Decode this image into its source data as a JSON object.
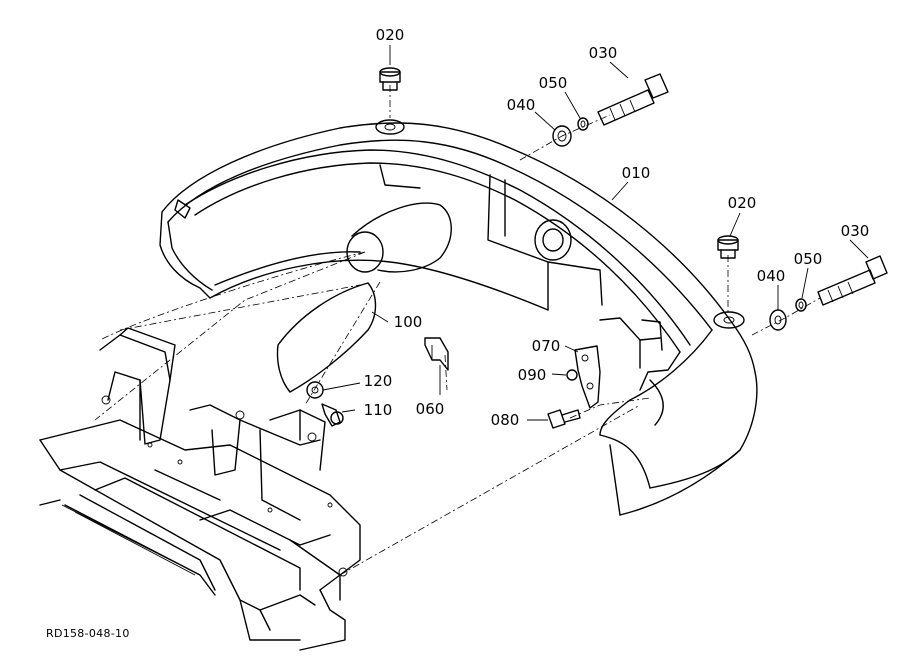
{
  "diagram": {
    "document_id": "RD158-048-10",
    "callouts": [
      {
        "id": "p020a",
        "label": "020"
      },
      {
        "id": "p030a",
        "label": "030"
      },
      {
        "id": "p050a",
        "label": "050"
      },
      {
        "id": "p040a",
        "label": "040"
      },
      {
        "id": "p010",
        "label": "010"
      },
      {
        "id": "p020b",
        "label": "020"
      },
      {
        "id": "p030b",
        "label": "030"
      },
      {
        "id": "p050b",
        "label": "050"
      },
      {
        "id": "p040b",
        "label": "040"
      },
      {
        "id": "p100",
        "label": "100"
      },
      {
        "id": "p070",
        "label": "070"
      },
      {
        "id": "p090",
        "label": "090"
      },
      {
        "id": "p120",
        "label": "120"
      },
      {
        "id": "p110",
        "label": "110"
      },
      {
        "id": "p080",
        "label": "080"
      },
      {
        "id": "p060",
        "label": "060"
      }
    ]
  }
}
